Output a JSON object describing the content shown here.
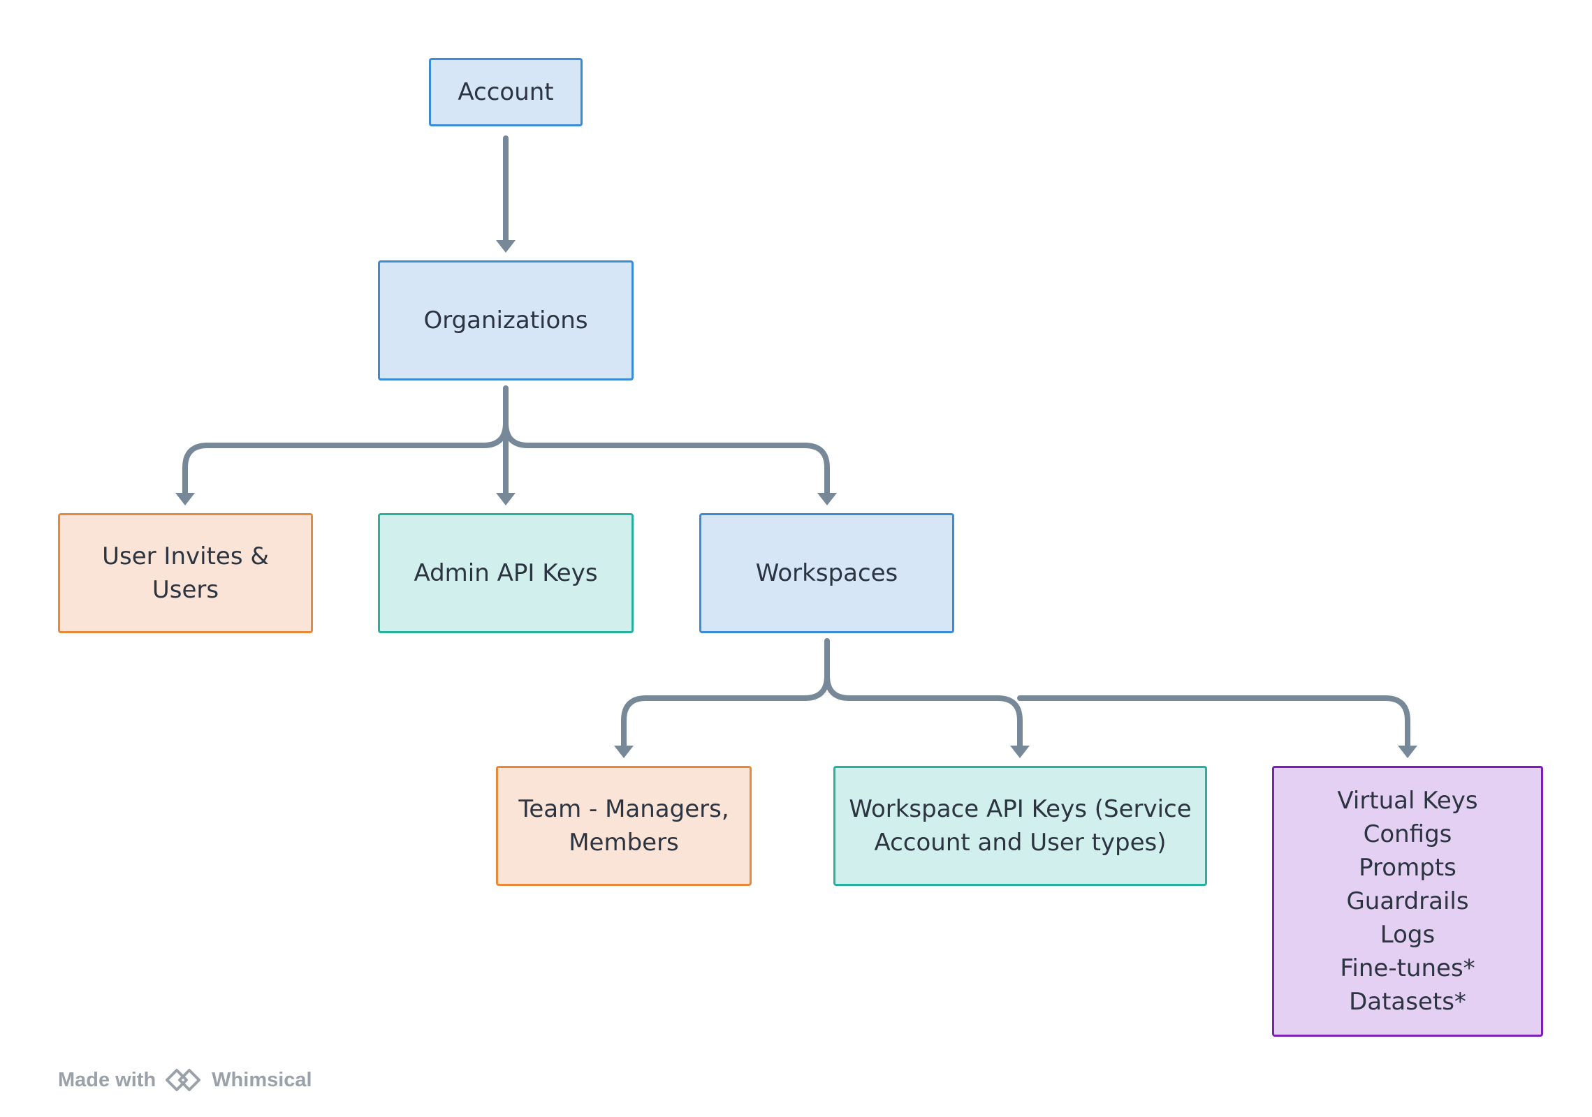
{
  "diagram": {
    "nodes": {
      "account": "Account",
      "organizations": "Organizations",
      "users_line1": "User Invites &",
      "users_line2": "Users",
      "admin_keys": "Admin API Keys",
      "workspaces": "Workspaces",
      "team_line1": "Team - Managers,",
      "team_line2": "Members",
      "ws_keys_line1": "Workspace API Keys (Service",
      "ws_keys_line2": "Account and User types)",
      "resources": [
        "Virtual Keys",
        "Configs",
        "Prompts",
        "Guardrails",
        "Logs",
        "Fine-tunes*",
        "Datasets*"
      ]
    },
    "edges": [
      {
        "from": "Account",
        "to": "Organizations"
      },
      {
        "from": "Organizations",
        "to": "User Invites & Users"
      },
      {
        "from": "Organizations",
        "to": "Admin API Keys"
      },
      {
        "from": "Organizations",
        "to": "Workspaces"
      },
      {
        "from": "Workspaces",
        "to": "Team - Managers, Members"
      },
      {
        "from": "Workspaces",
        "to": "Workspace API Keys (Service Account and User types)"
      },
      {
        "from": "Workspaces",
        "to": "Virtual Keys"
      }
    ],
    "colors": {
      "connector": "#778899",
      "blue_fill": "#d6e6f6",
      "blue_border": "#3b8cd6",
      "orange_fill": "#fae4d7",
      "orange_border": "#e8893a",
      "teal_fill": "#d1efec",
      "teal_border": "#26b19e",
      "purple_fill": "#e3d0f3",
      "purple_border": "#7b1fb5"
    }
  },
  "watermark": {
    "made_with": "Made with",
    "brand": "Whimsical",
    "icon": "whimsical-logo-icon"
  }
}
